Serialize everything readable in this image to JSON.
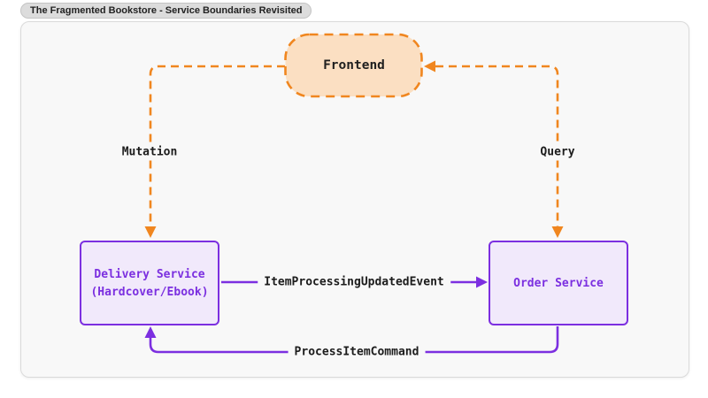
{
  "title_badge": "The Fragmented Bookstore - Service Boundaries Revisited",
  "diagram": {
    "type": "service-boundary-flow",
    "nodes": [
      {
        "id": "frontend",
        "label": "Frontend",
        "shape": "rounded-stadium",
        "style": "orange-dashed"
      },
      {
        "id": "delivery",
        "label": "Delivery Service",
        "sublabel": "(Hardcover/Ebook)",
        "shape": "rect",
        "style": "purple-solid"
      },
      {
        "id": "order",
        "label": "Order Service",
        "shape": "rect",
        "style": "purple-solid"
      }
    ],
    "edges": [
      {
        "label": "Mutation",
        "from": "frontend",
        "to": "delivery",
        "line": "dashed",
        "color": "orange",
        "arrowheads": "to"
      },
      {
        "label": "Query",
        "from": "order",
        "to": "frontend",
        "line": "dashed",
        "color": "orange",
        "arrowheads": "both"
      },
      {
        "label": "ItemProcessingUpdatedEvent",
        "from": "delivery",
        "to": "order",
        "line": "solid",
        "color": "purple",
        "arrowheads": "to"
      },
      {
        "label": "ProcessItemCommand",
        "from": "order",
        "to": "delivery",
        "line": "solid",
        "color": "purple",
        "arrowheads": "to"
      }
    ],
    "colors": {
      "orange_stroke": "#f0861f",
      "orange_fill": "#fbdfc2",
      "purple_stroke": "#7c2fe0",
      "purple_fill": "#f1e9fb",
      "canvas_bg": "#f8f8f8",
      "badge_bg": "#dcdcdc",
      "edge_label_text": "#1c1c1c"
    }
  }
}
